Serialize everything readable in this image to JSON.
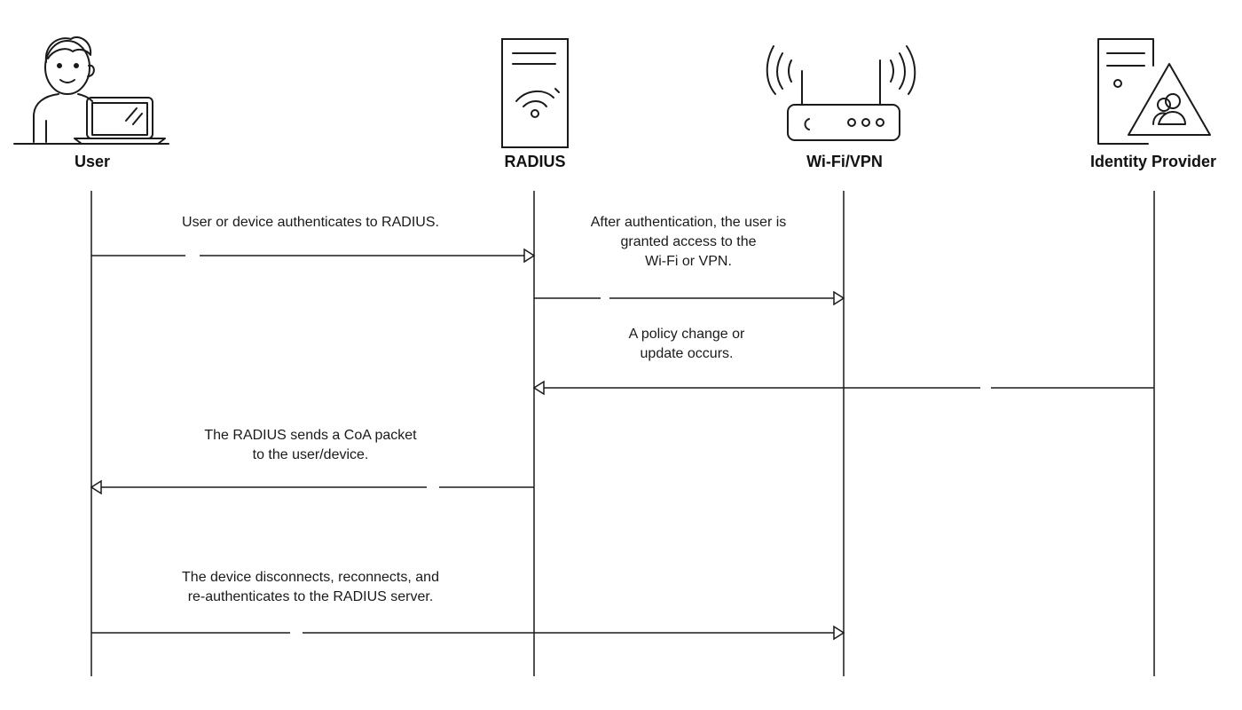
{
  "actors": [
    {
      "id": "user",
      "label": "User",
      "icon": "user-with-laptop-icon"
    },
    {
      "id": "radius",
      "label": "RADIUS",
      "icon": "server-icon"
    },
    {
      "id": "wifi",
      "label": "Wi-Fi/VPN",
      "icon": "router-icon"
    },
    {
      "id": "idp",
      "label": "Identity Provider",
      "icon": "identity-server-icon"
    }
  ],
  "messages": [
    {
      "from": "user",
      "to": "radius",
      "lines": [
        "User or device authenticates to RADIUS."
      ]
    },
    {
      "from": "radius",
      "to": "wifi",
      "lines": [
        "After authentication, the user is",
        "granted access to the",
        "Wi-Fi or VPN."
      ]
    },
    {
      "from": "idp",
      "to": "radius",
      "lines": [
        "A policy change or",
        "update occurs."
      ]
    },
    {
      "from": "radius",
      "to": "user",
      "lines": [
        "The RADIUS sends a CoA packet",
        "to the user/device."
      ]
    },
    {
      "from": "user",
      "to": "wifi",
      "lines": [
        "The device disconnects, reconnects, and",
        "re-authenticates to the RADIUS server."
      ]
    }
  ],
  "colors": {
    "line": "#1a1a1a",
    "background": "#ffffff"
  }
}
